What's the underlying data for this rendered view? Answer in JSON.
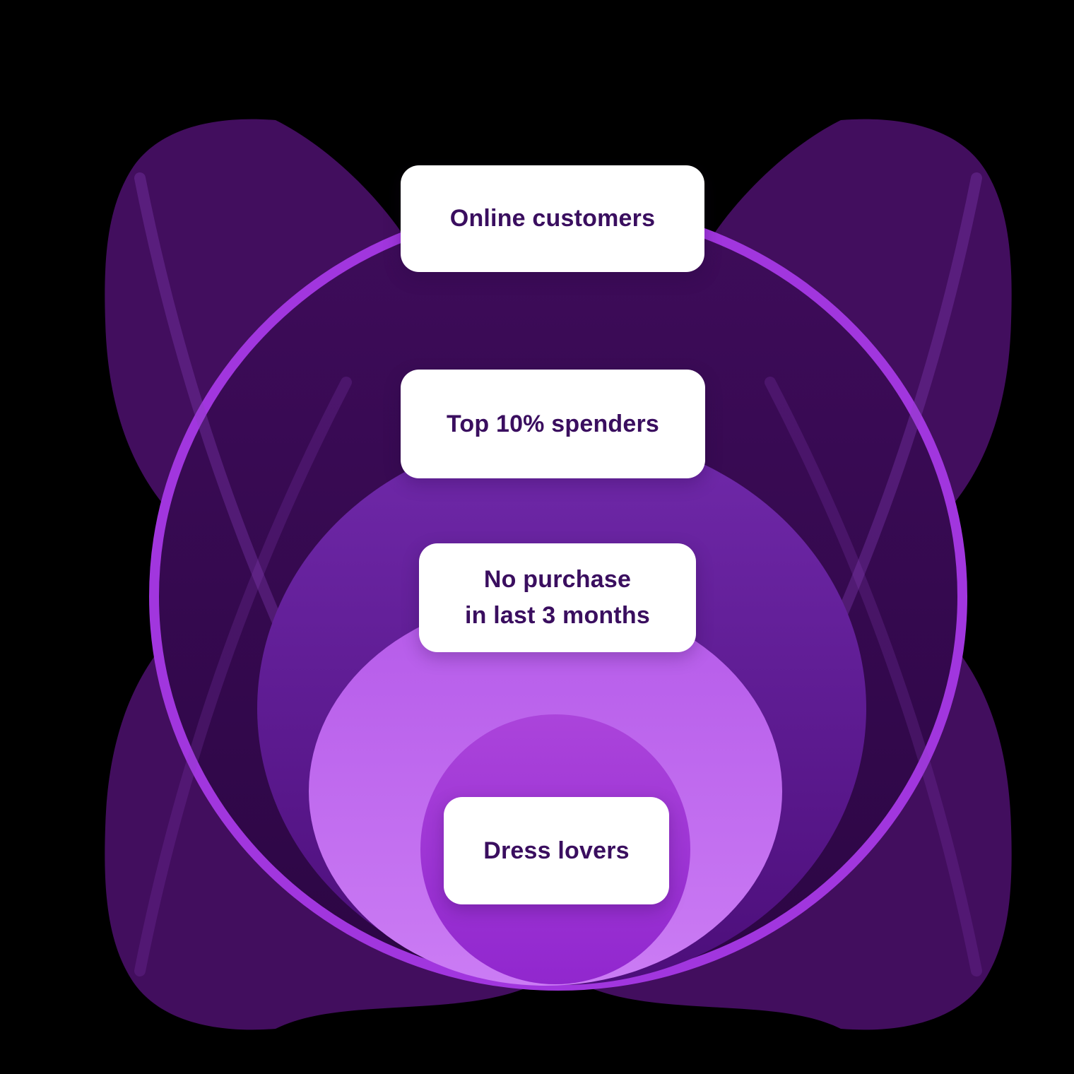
{
  "diagram": {
    "type": "nested-audience-segments",
    "background_color": "#000000",
    "segments": [
      {
        "label": "Online customers",
        "lines": [
          "Online customers"
        ],
        "ring": "outer",
        "fill_top": "#3E0C5A",
        "fill_bottom": "#2C0644",
        "stroke": "#A136DE"
      },
      {
        "label": "Top 10% spenders",
        "lines": [
          "Top 10% spenders"
        ],
        "ring": "second",
        "fill_top": "#7029AA",
        "fill_bottom": "#4C0E7A"
      },
      {
        "label": "No purchase in last 3 months",
        "lines": [
          "No purchase",
          "in last 3 months"
        ],
        "ring": "third",
        "fill_top": "#B55AE9",
        "fill_bottom": "#CB7CF4"
      },
      {
        "label": "Dress lovers",
        "lines": [
          "Dress lovers"
        ],
        "ring": "inner",
        "fill_top": "#AB44DB",
        "fill_bottom": "#9127CE"
      }
    ],
    "colors": {
      "petal": "#420E5E",
      "petal_stripe": "rgba(140,66,192,0.32)",
      "outer_circle_stroke": "#A136DE",
      "card_background": "#FFFFFF",
      "card_text": "#3A0E5F",
      "background": "#000000"
    }
  }
}
